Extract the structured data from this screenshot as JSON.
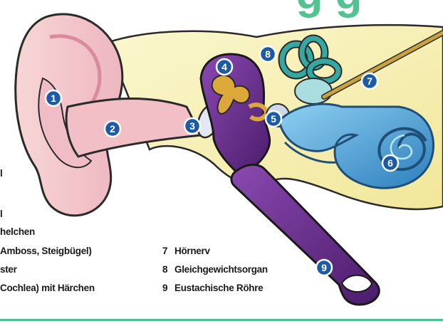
{
  "header": {
    "text": "g g",
    "color": "#52c290"
  },
  "badge_color": "#1c5aa5",
  "badges": [
    "1",
    "2",
    "3",
    "4",
    "5",
    "6",
    "7",
    "8",
    "9"
  ],
  "legend_left": [
    {
      "number": "",
      "text": "l"
    },
    {
      "number": "",
      "text": "l"
    },
    {
      "number": "",
      "text": "helchen"
    },
    {
      "number": "",
      "text": "Amboss, Steigbügel)"
    },
    {
      "number": "",
      "text": "ster"
    },
    {
      "number": "",
      "text": "Cochlea) mit Härchen"
    }
  ],
  "legend_right": [
    {
      "number": "7",
      "text": "Hörnerv"
    },
    {
      "number": "8",
      "text": "Gleichgewichtsorgan"
    },
    {
      "number": "9",
      "text": "Eustachische Röhre"
    }
  ],
  "colors": {
    "skin": "#f5c9c9",
    "skin_dark": "#e9a8b3",
    "bone": "#f4efa9",
    "purple": "#6a2f8f",
    "cochlea": "#3f9bd3",
    "semicircular": "#35a8a2",
    "nerve": "#c9a23a",
    "ossicles": "#dca83a",
    "eardrum": "#e3e8f2",
    "divider": "#4fc08d"
  }
}
